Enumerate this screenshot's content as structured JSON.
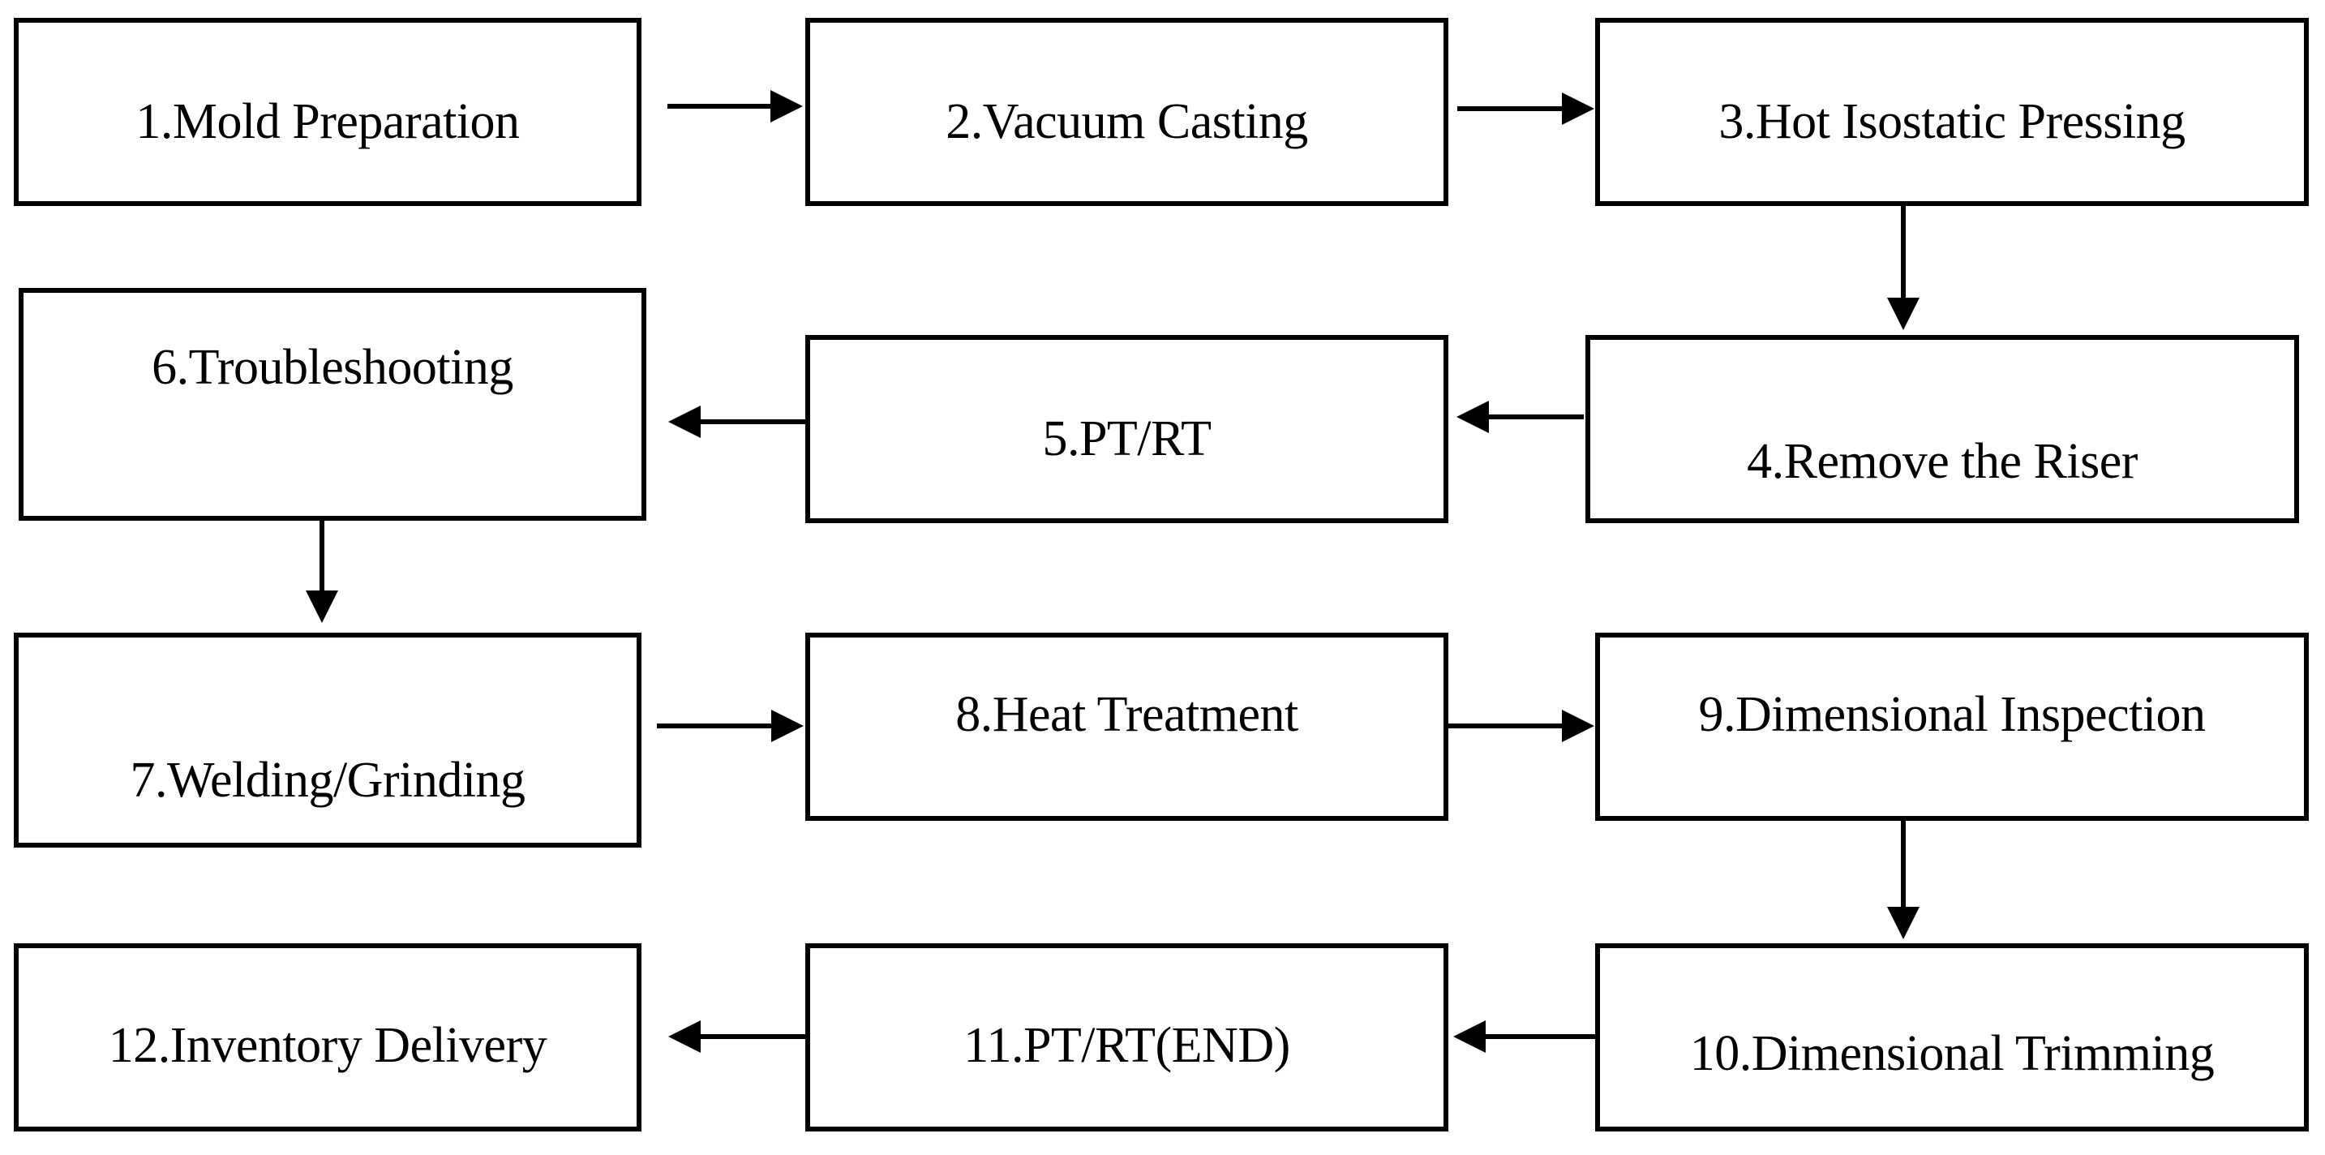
{
  "steps": [
    "1.Mold Preparation",
    "2.Vacuum Casting",
    "3.Hot Isostatic Pressing",
    "4.Remove the Riser",
    "5.PT/RT",
    "6.Troubleshooting",
    "7.Welding/Grinding",
    "8.Heat Treatment",
    "9.Dimensional Inspection",
    "10.Dimensional Trimming",
    "11.PT/RT(END)",
    "12.Inventory Delivery"
  ],
  "connections": [
    {
      "from": 1,
      "to": 2
    },
    {
      "from": 2,
      "to": 3
    },
    {
      "from": 3,
      "to": 4
    },
    {
      "from": 4,
      "to": 5
    },
    {
      "from": 5,
      "to": 6
    },
    {
      "from": 6,
      "to": 7
    },
    {
      "from": 7,
      "to": 8
    },
    {
      "from": 8,
      "to": 9
    },
    {
      "from": 9,
      "to": 10
    },
    {
      "from": 10,
      "to": 11
    },
    {
      "from": 11,
      "to": 12
    }
  ],
  "colors": {
    "line": "#000000",
    "background": "#ffffff"
  }
}
